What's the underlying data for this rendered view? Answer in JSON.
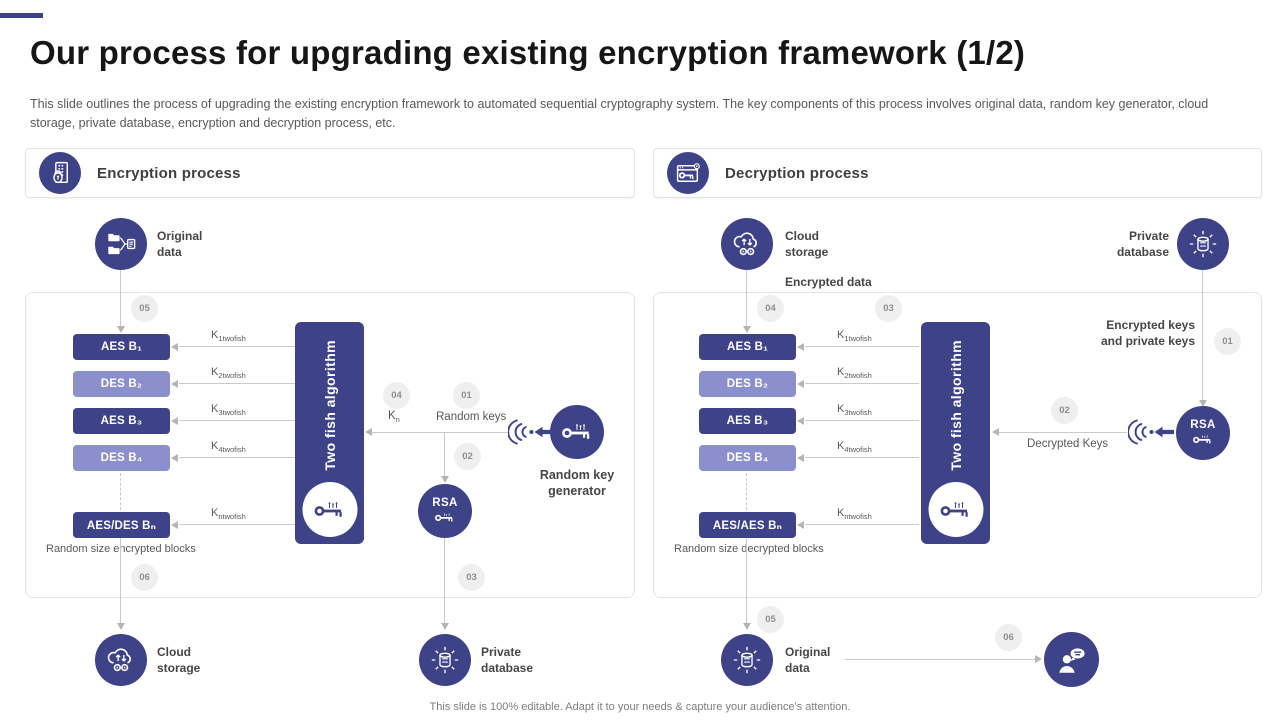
{
  "slide": {
    "title": "Our process for upgrading existing encryption framework (1/2)",
    "subtitle": "This slide outlines the process of upgrading the existing encryption framework to automated sequential cryptography system. The key components of this process involves original data, random key generator, cloud storage, private database, encryption and decryption process, etc.",
    "footer": "This slide is 100% editable. Adapt it to your needs & capture your audience's attention."
  },
  "colors": {
    "primary": "#3e4287",
    "light_block": "#8b90cc",
    "badge_bg": "#efefef",
    "badge_text": "#8f8f8f",
    "line": "#c9c9c9",
    "arrow": "#b5b5b5",
    "panel_border": "#e4e4e4"
  },
  "encryption": {
    "header": "Encryption process",
    "original_data": "Original data",
    "badges": {
      "blocks": "05",
      "kn": "04",
      "random_keys": "01",
      "rsa": "02",
      "cloud": "06",
      "database": "03"
    },
    "blocks": [
      {
        "label": "AES B₁",
        "key_base": "K",
        "key_sub": "1twofish"
      },
      {
        "label": "DES B₂",
        "key_base": "K",
        "key_sub": "2twofish"
      },
      {
        "label": "AES B₃",
        "key_base": "K",
        "key_sub": "3twofish"
      },
      {
        "label": "DES B₄",
        "key_base": "K",
        "key_sub": "4twofish"
      },
      {
        "label": "AES/DES Bₙ",
        "key_base": "K",
        "key_sub": "ntwofish"
      }
    ],
    "caption": "Random size encrypted blocks",
    "twofish": "Two fish algorithm",
    "kn_base": "K",
    "kn_sub": "n",
    "random_keys": "Random keys",
    "rsa": "RSA",
    "random_key_generator": "Random key generator",
    "cloud_storage": "Cloud storage",
    "private_database": "Private database"
  },
  "decryption": {
    "header": "Decryption process",
    "cloud_storage": "Cloud storage",
    "private_database": "Private database",
    "encrypted_data": "Encrypted data",
    "badges": {
      "cloud": "04",
      "mid": "03",
      "keys": "01",
      "rsa": "02",
      "original": "05",
      "user": "06"
    },
    "blocks": [
      {
        "label": "AES B₁",
        "key_base": "K",
        "key_sub": "1twofish"
      },
      {
        "label": "DES B₂",
        "key_base": "K",
        "key_sub": "2twofish"
      },
      {
        "label": "AES B₃",
        "key_base": "K",
        "key_sub": "3twofish"
      },
      {
        "label": "DES B₄",
        "key_base": "K",
        "key_sub": "4twofish"
      },
      {
        "label": "AES/AES Bₙ",
        "key_base": "K",
        "key_sub": "ntwofish"
      }
    ],
    "caption": "Random size decrypted blocks",
    "twofish": "Two fish algorithm",
    "encrypted_keys": "Encrypted keys and private keys",
    "decrypted_keys": "Decrypted Keys",
    "rsa": "RSA",
    "original_data": "Original data"
  }
}
